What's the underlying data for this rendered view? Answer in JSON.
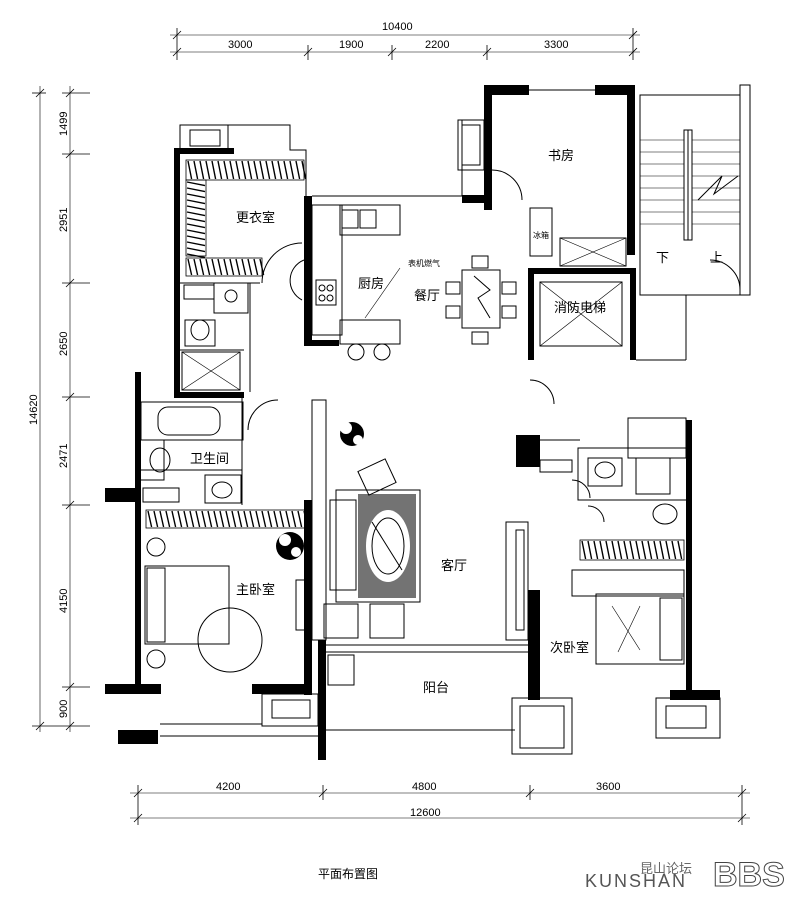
{
  "top_dims": {
    "total": "10400",
    "segments": [
      "3000",
      "1900",
      "2200",
      "3300"
    ]
  },
  "bottom_dims": {
    "total": "12600",
    "segments": [
      "4200",
      "4800",
      "3600"
    ]
  },
  "left_dims": {
    "total": "14620",
    "segments": [
      "1499",
      "2951",
      "2650",
      "2471",
      "4150",
      "900"
    ]
  },
  "rooms": {
    "dressing": "更衣室",
    "kitchen": "厨房",
    "dining": "餐厅",
    "study": "书房",
    "bathroom": "卫生间",
    "master_bedroom": "主卧室",
    "living": "客厅",
    "balcony": "阳台",
    "second_bedroom": "次卧室",
    "fire_elevator": "消防电梯",
    "fridge": "冰箱",
    "stair_down": "下",
    "stair_up": "上",
    "kitchen_note": "表机燃气"
  },
  "caption": "平面布置图",
  "watermark": {
    "cn": "昆山论坛",
    "en": "KUNSHAN",
    "bbs": "BBS"
  }
}
